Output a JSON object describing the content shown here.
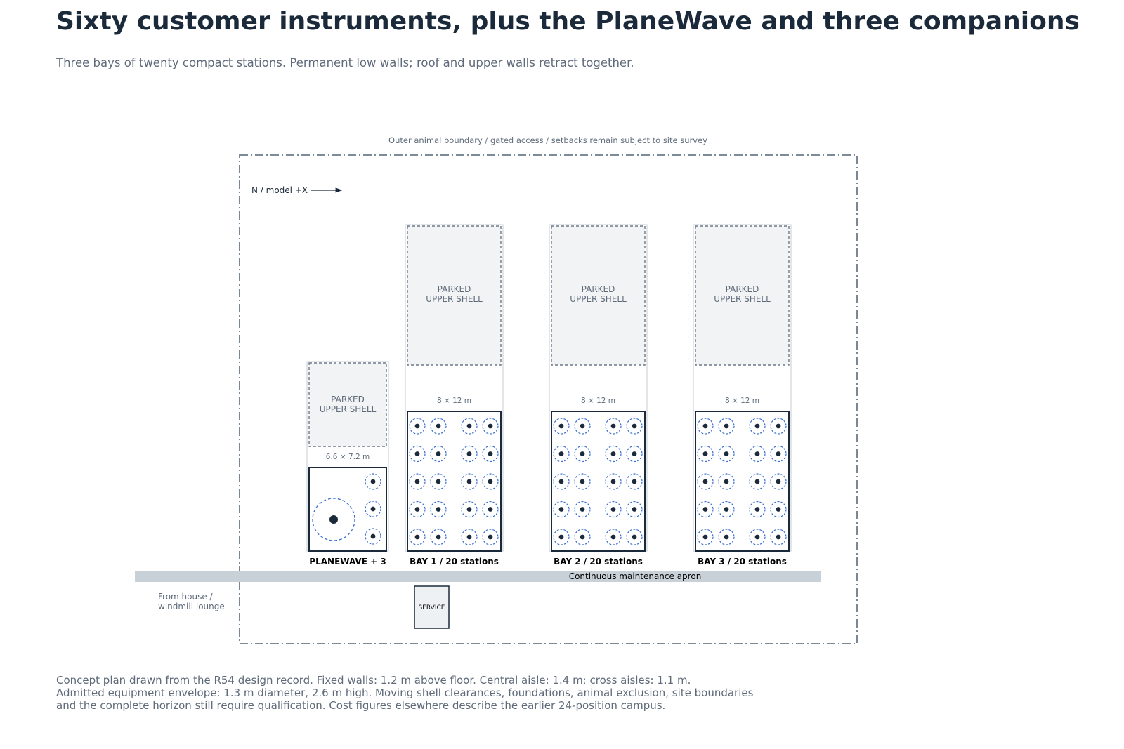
{
  "title": "Sixty customer instruments, plus the PlaneWave and three companions",
  "subtitle": "Three bays of twenty compact stations. Permanent low walls; roof and upper walls retract together.",
  "plan": {
    "boundary_label": "Outer animal boundary / gated access / setbacks remain subject to site survey",
    "north_label": "N / model +X",
    "apron_label": "Continuous maintenance apron",
    "access_label_line1": "From house /",
    "access_label_line2": "windmill lounge",
    "service_label": "SERVICE",
    "planewave": {
      "label": "PLANEWAVE + 3",
      "dims": "6.6 × 7.2 m",
      "shell_line1": "PARKED",
      "shell_line2": "UPPER SHELL"
    },
    "bays": [
      {
        "label": "BAY 1 / 20 stations",
        "dims": "8 × 12 m",
        "shell_line1": "PARKED",
        "shell_line2": "UPPER SHELL",
        "stations": 20
      },
      {
        "label": "BAY 2 / 20 stations",
        "dims": "8 × 12 m",
        "shell_line1": "PARKED",
        "shell_line2": "UPPER SHELL",
        "stations": 20
      },
      {
        "label": "BAY 3 / 20 stations",
        "dims": "8 × 12 m",
        "shell_line1": "PARKED",
        "shell_line2": "UPPER SHELL",
        "stations": 20
      }
    ]
  },
  "footer_lines": [
    "Concept plan drawn from the R54 design record. Fixed walls: 1.2 m above floor. Central aisle: 1.4 m; cross aisles: 1.1 m.",
    "Admitted equipment envelope: 1.3 m diameter, 2.6 m high. Moving shell clearances, foundations, animal exclusion, site boundaries",
    "and the complete horizon still require qualification. Cost figures elsewhere describe the earlier 24-position campus."
  ],
  "colors": {
    "ink": "#1b2a3a",
    "muted": "#5f6b7a",
    "station_ring": "#3b6fd1",
    "shell_fill": "#f2f3f4",
    "apron": "#c9d1d8",
    "boundary": "#6b7a8a"
  }
}
